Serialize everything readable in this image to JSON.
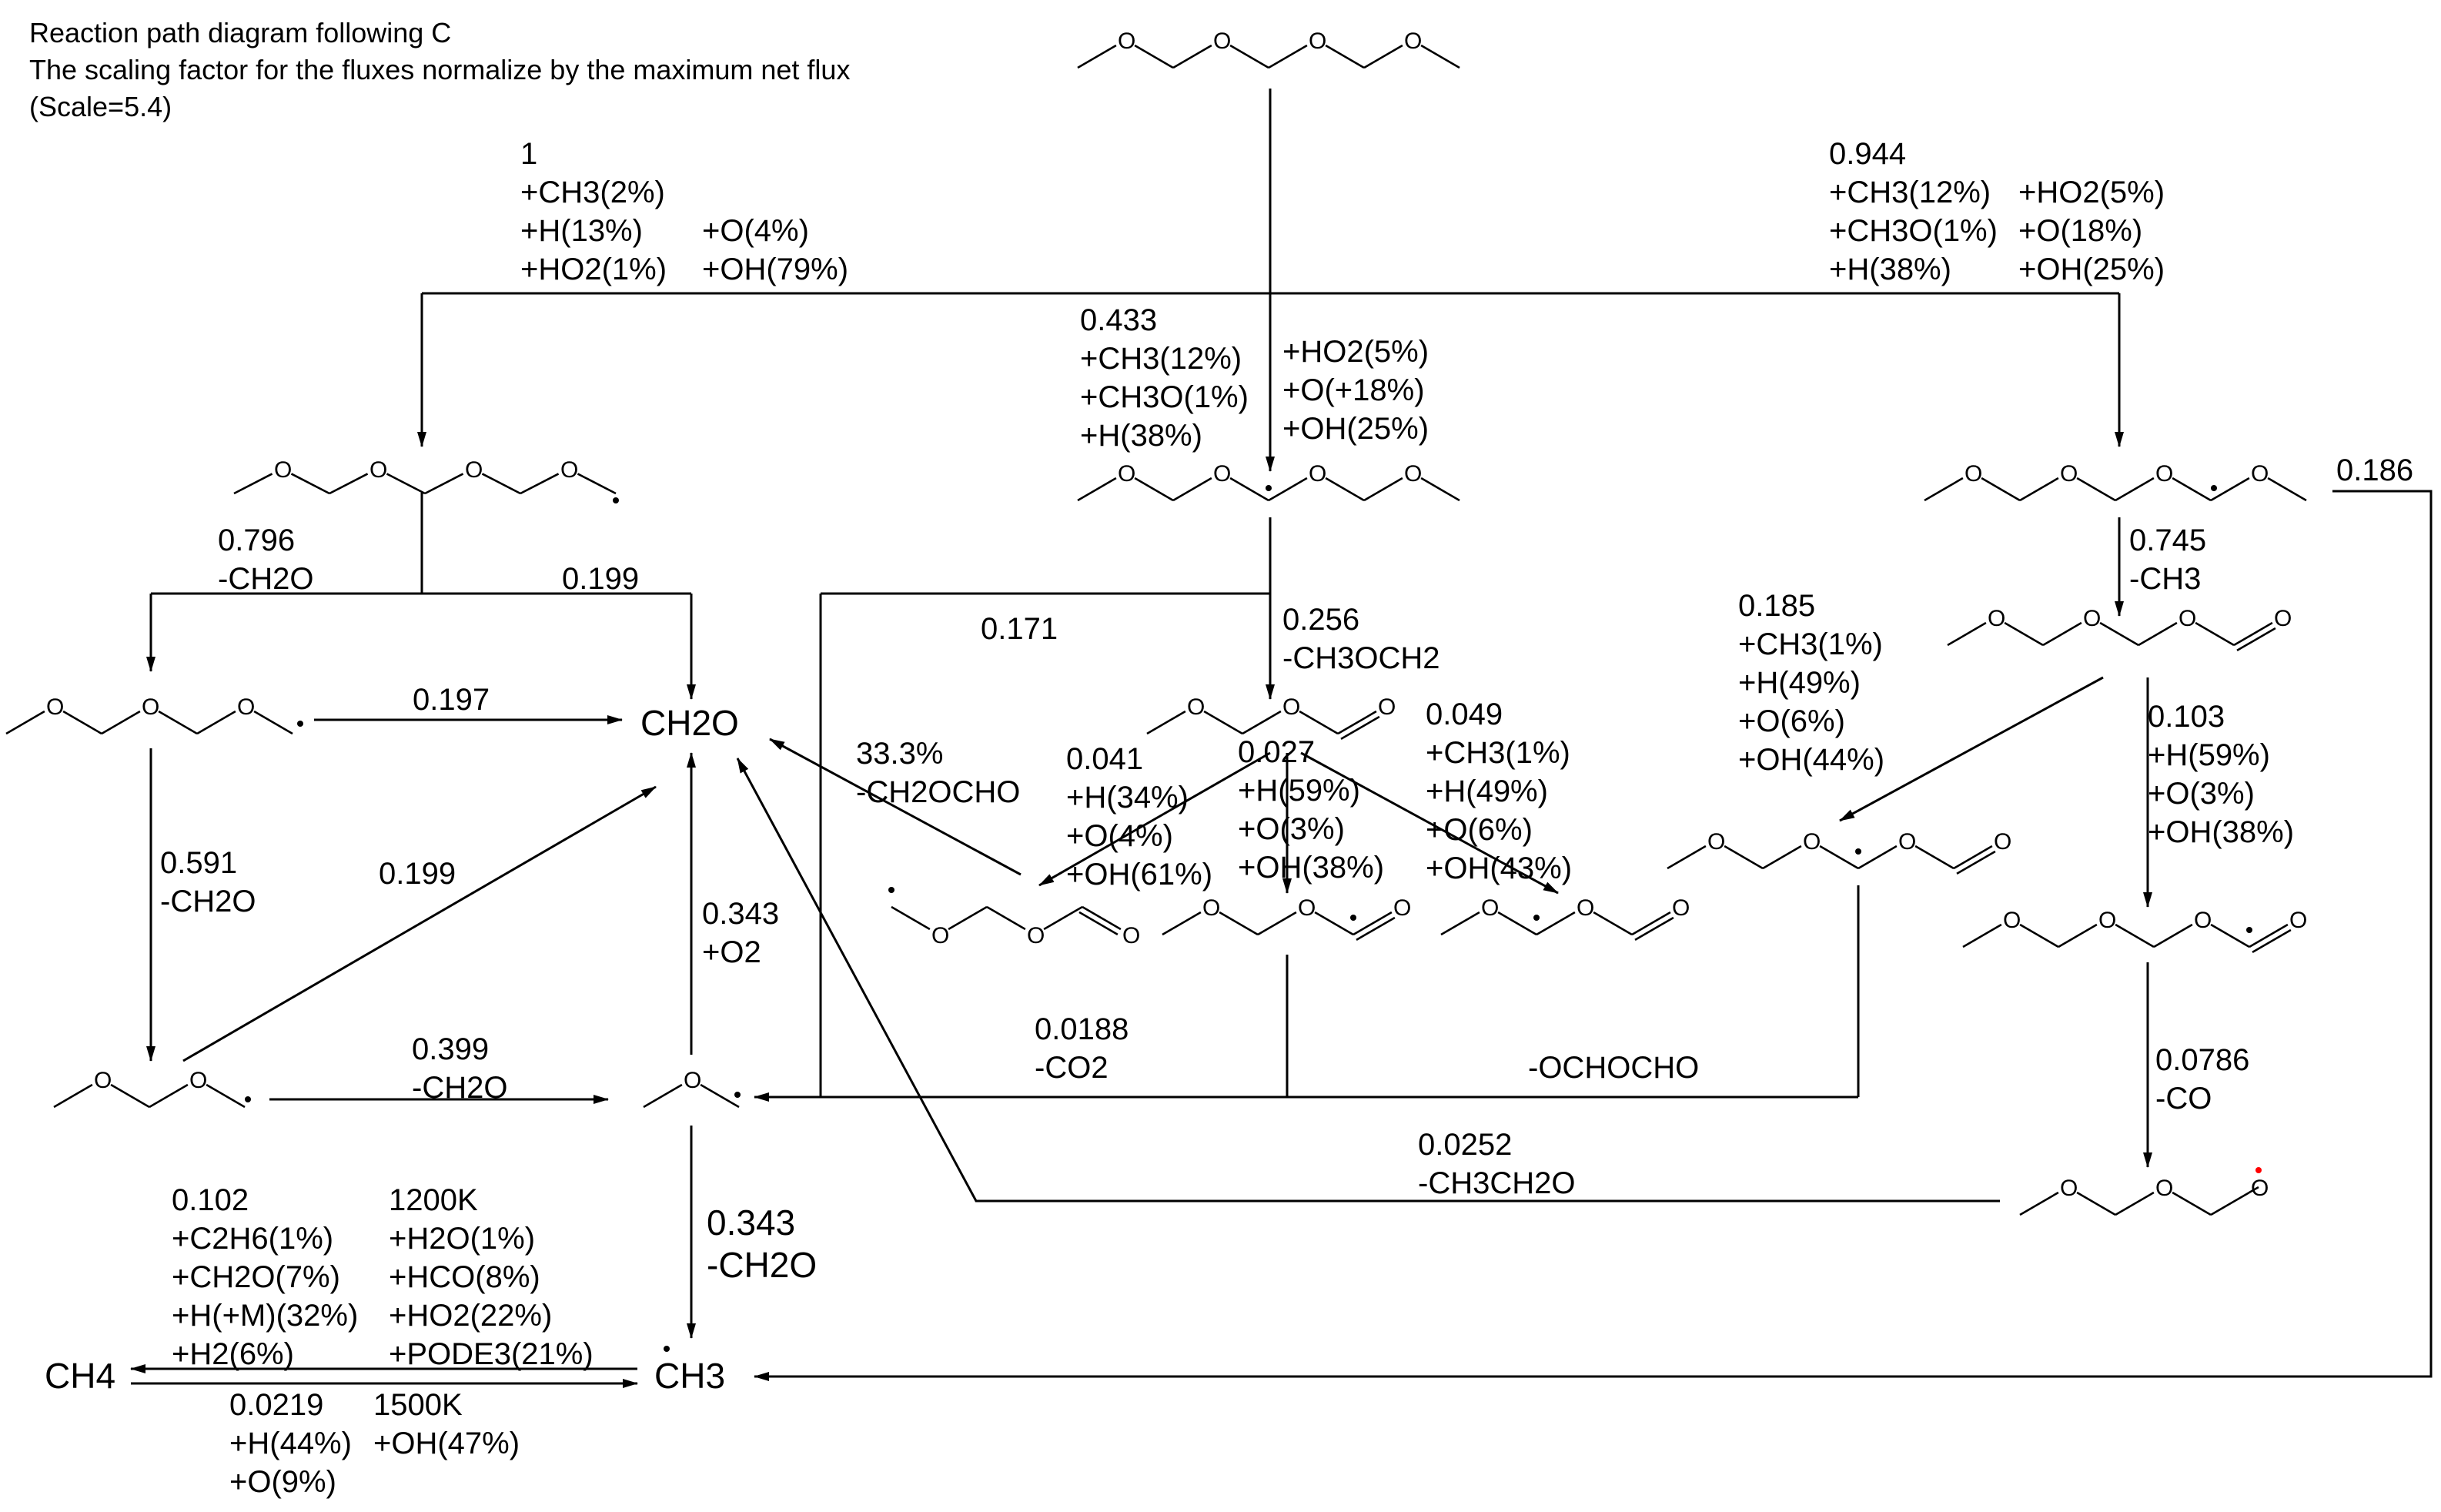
{
  "header": {
    "line1": "Reaction path diagram following C",
    "line2": "The scaling factor for the fluxes normalize by the maximum net flux",
    "line3": "(Scale=5.4)"
  },
  "species": {
    "ch2o": "CH2O",
    "ch3": "CH3",
    "ch4": "CH4",
    "o": "O"
  },
  "labels": {
    "left_abstraction": [
      "1",
      "+CH3(2%)",
      "+H(13%)",
      "+HO2(1%)"
    ],
    "left_abstraction_b": [
      "+O(4%)",
      "+OH(79%)"
    ],
    "right_abstraction": [
      "0.944",
      "+CH3(12%)",
      "+CH3O(1%)",
      "+H(38%)"
    ],
    "right_abstraction_b": [
      "+HO2(5%)",
      "+O(18%)",
      "+OH(25%)"
    ],
    "center_abstraction": [
      "0.433",
      "+CH3(12%)",
      "+CH3O(1%)",
      "+H(38%)"
    ],
    "center_abstraction_b": [
      "+HO2(5%)",
      "+O(+18%)",
      "+OH(25%)"
    ],
    "r0796": [
      "0.796",
      "-CH2O"
    ],
    "r0199a": "0.199",
    "r0197": "0.197",
    "r0591": [
      "0.591",
      "-CH2O"
    ],
    "r0199b": "0.199",
    "r0399": [
      "0.399",
      "-CH2O"
    ],
    "r0343up": [
      "0.343",
      "+O2"
    ],
    "r0343down": [
      "0.343",
      "-CH2O"
    ],
    "r0171": "0.171",
    "r0256": [
      "0.256",
      "-CH3OCH2"
    ],
    "r333": [
      "33.3%",
      "-CH2OCHO"
    ],
    "r0041": [
      "0.041",
      "+H(34%)",
      "+O(4%)",
      "+OH(61%)"
    ],
    "r0027": [
      "0.027",
      "+H(59%)",
      "+O(3%)",
      "+OH(38%)"
    ],
    "r0049": [
      "0.049",
      "+CH3(1%)",
      "+H(49%)",
      "+O(6%)",
      "+OH(43%)"
    ],
    "r0185": [
      "0.185",
      "+CH3(1%)",
      "+H(49%)",
      "+O(6%)",
      "+OH(44%)"
    ],
    "r0745": [
      "0.745",
      "-CH3"
    ],
    "r0103": [
      "0.103",
      "+H(59%)",
      "+O(3%)",
      "+OH(38%)"
    ],
    "r0186": "0.186",
    "r00188": [
      "0.0188",
      "-CO2"
    ],
    "ochocho": "-OCHOCHO",
    "r00786": [
      "0.0786",
      "-CO"
    ],
    "r00252": [
      "0.0252",
      "-CH3CH2O"
    ],
    "r0102": [
      "0.102",
      "+C2H6(1%)",
      "+CH2O(7%)",
      "+H(+M)(32%)",
      "+H2(6%)"
    ],
    "r0102b": [
      "1200K",
      "+H2O(1%)",
      "+HCO(8%)",
      "+HO2(22%)",
      "+PODE3(21%)"
    ],
    "r00219": [
      "0.0219",
      "+H(44%)",
      "+O(9%)"
    ],
    "r00219b": [
      "1500K",
      "+OH(47%)"
    ]
  },
  "colors": {
    "bond": "#000000",
    "oxygen": "#ff0000",
    "background": "#ffffff"
  }
}
